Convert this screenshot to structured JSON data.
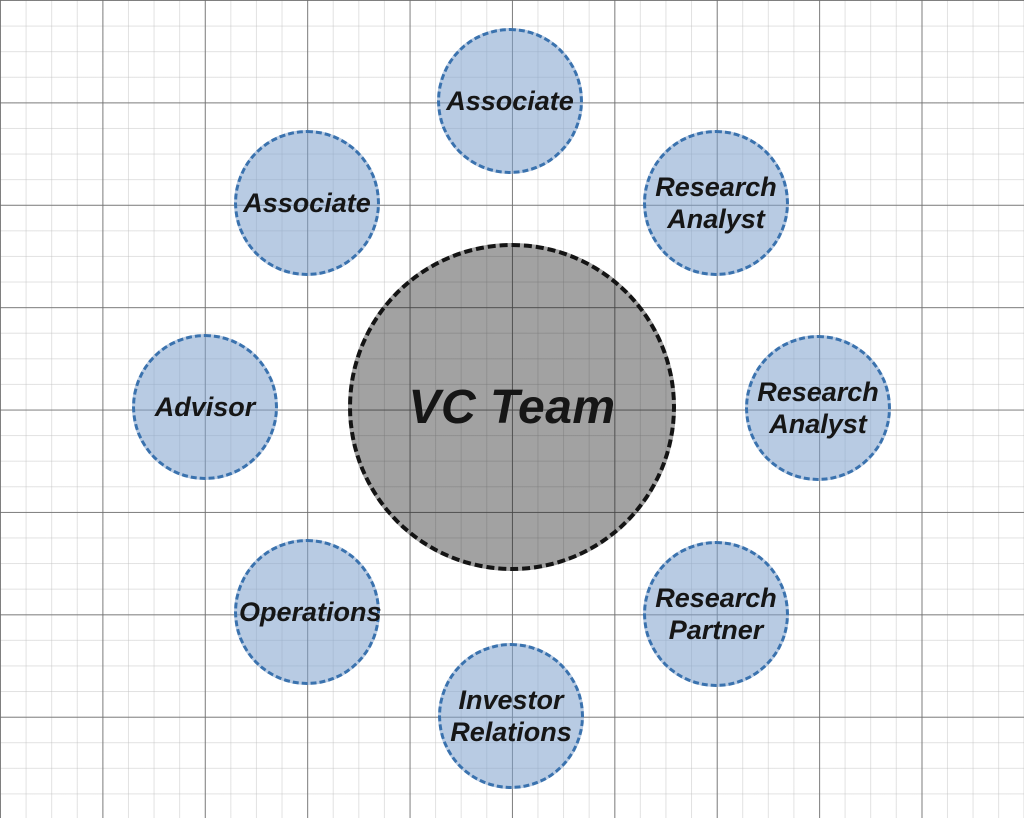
{
  "diagram": {
    "type": "hub-and-spoke",
    "center": {
      "label": "VC Team"
    },
    "nodes": [
      {
        "label": "Associate",
        "position": "top"
      },
      {
        "label": "Research Analyst",
        "position": "top-right"
      },
      {
        "label": "Research Analyst",
        "position": "right"
      },
      {
        "label": "Research Partner",
        "position": "bottom-right"
      },
      {
        "label": "Investor Relations",
        "position": "bottom"
      },
      {
        "label": "Operations",
        "position": "bottom-left"
      },
      {
        "label": "Advisor",
        "position": "left"
      },
      {
        "label": "Associate",
        "position": "top-left"
      }
    ],
    "colors": {
      "background": "#FFFFFF",
      "grid_minor": "#DEDEDE",
      "grid_major": "#757575",
      "node_fill": "#B9CBE2",
      "node_border": "#3A72AE",
      "center_fill": "#A2A2A2",
      "center_border": "#141414",
      "text": "#161616"
    }
  }
}
